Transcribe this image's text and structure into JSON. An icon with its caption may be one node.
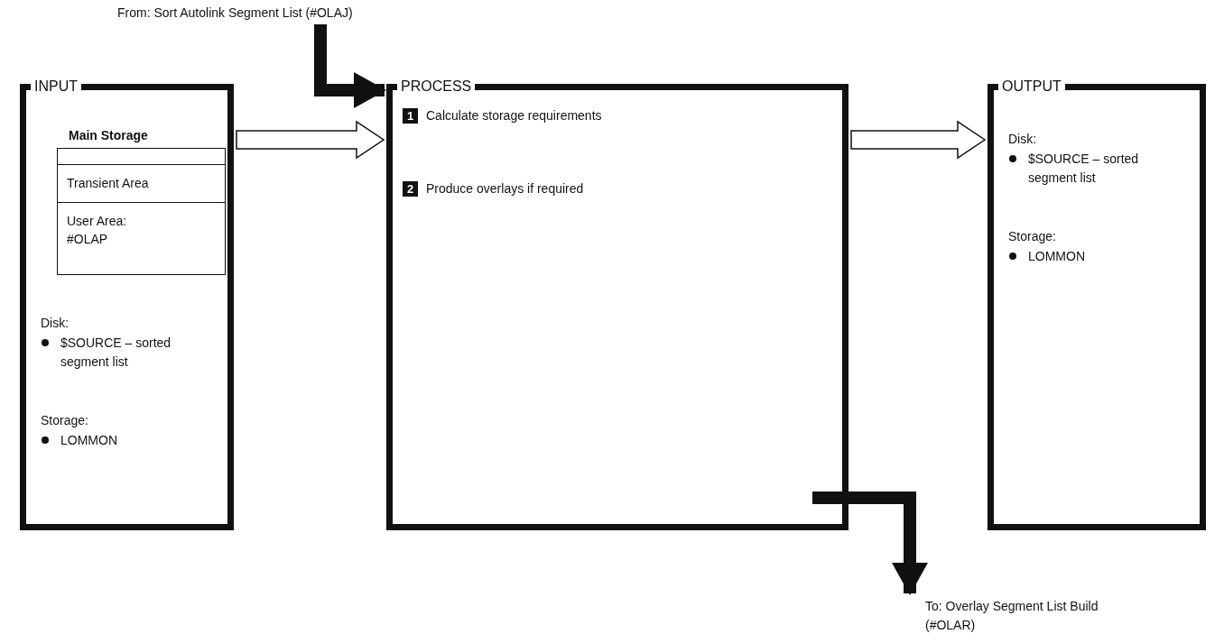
{
  "diagram": {
    "nodes": [
      {
        "text": [
          "INPUT",
          "Disk:",
          "$SOURCE – sorted segment list",
          "Storage:",
          "LOMMON"
        ]
      },
      {
        "text": [
          "Main Storage",
          "Transient Area",
          "User Area: #OLAP"
        ],
        "in": 0
      },
      {
        "text": [
          "PROCESS",
          "1",
          "Calculate storage requirements",
          "2",
          "Produce overlays if required"
        ]
      },
      {
        "text": [
          "OUTPUT",
          "Disk:",
          "$SOURCE – sorted segment list",
          "Storage:",
          "LOMMON"
        ]
      },
      {
        "text": [
          "From: Sort Autolink Segment List (#OLAJ)"
        ]
      },
      {
        "text": [
          "To: Overlay Segment List Build (#OLAR)"
        ]
      }
    ],
    "edges": [
      {
        "from": 0,
        "to": 2,
        "arrow": "to"
      },
      {
        "from": 2,
        "to": 3,
        "arrow": "to"
      },
      {
        "from": 4,
        "to": 2,
        "arrow": "to"
      },
      {
        "from": 2,
        "to": 5,
        "arrow": "to"
      }
    ]
  }
}
